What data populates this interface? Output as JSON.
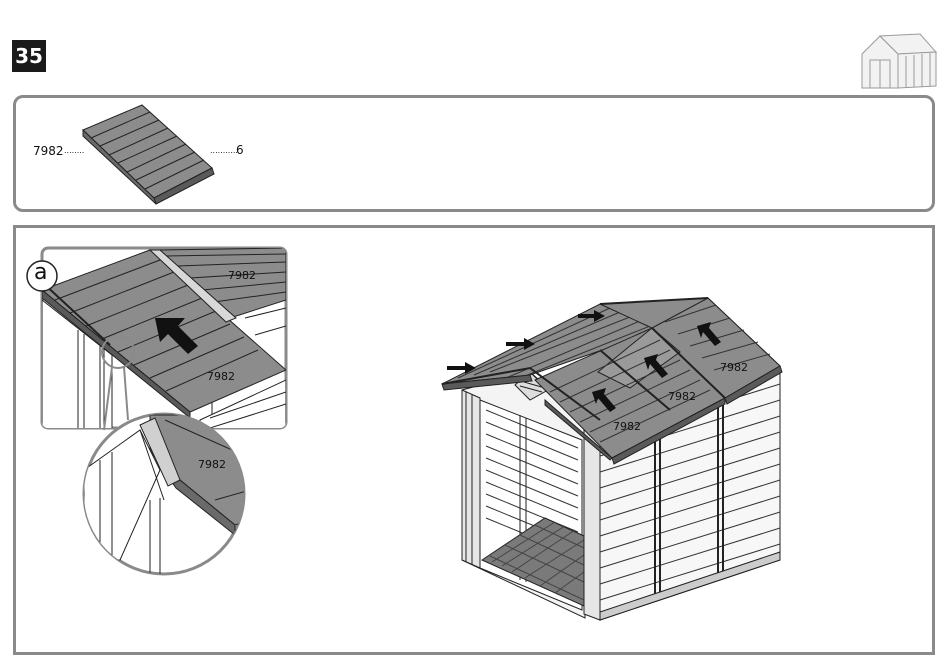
{
  "step": {
    "number": "35"
  },
  "icons": {
    "shed_thumbnail": "shed-outline-icon",
    "arrow": "push-arrow-icon"
  },
  "parts": {
    "part_code": "7982",
    "quantity": "6",
    "leader_left": "........",
    "leader_right": "..........."
  },
  "detail": {
    "callout": "a",
    "labels": [
      "7982",
      "7982",
      "7982"
    ]
  },
  "main": {
    "labels": [
      "7982",
      "7982",
      "7982"
    ]
  }
}
